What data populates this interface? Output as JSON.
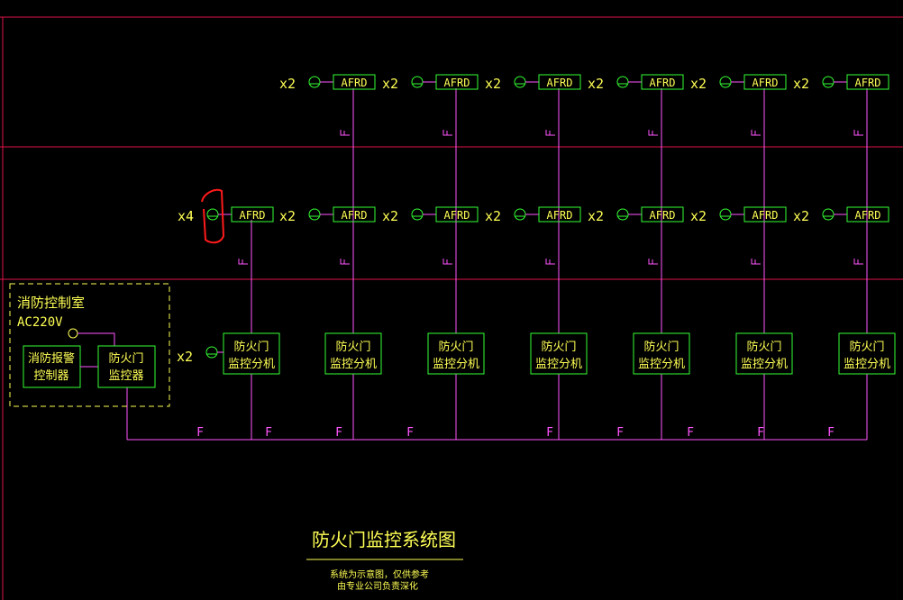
{
  "diagram": {
    "title": "防火门监控系统图",
    "note_line1": "系统为示意图，仅供参考",
    "note_line2": "由专业公司负责深化",
    "control_room": {
      "label": "消防控制室",
      "power": "AC220V",
      "alarm_controller": [
        "消防报警",
        "控制器"
      ],
      "door_monitor": [
        "防火门",
        "监控器"
      ]
    },
    "sub_unit_label": [
      "防火门",
      "监控分机"
    ],
    "module_label": "AFRD",
    "bus_label": "F",
    "row1_counts": [
      "x2",
      "x2",
      "x2",
      "x2",
      "x2",
      "x2"
    ],
    "row2_counts": [
      "x4",
      "x2",
      "x2",
      "x2",
      "x2",
      "x2",
      "x2"
    ],
    "row3_count": "x2",
    "colors": {
      "grid_line": "#e0124a",
      "wire": "#ff55ff",
      "device": "#33ff33",
      "text": "#ffff55",
      "annotation": "#ff1a1a"
    }
  }
}
